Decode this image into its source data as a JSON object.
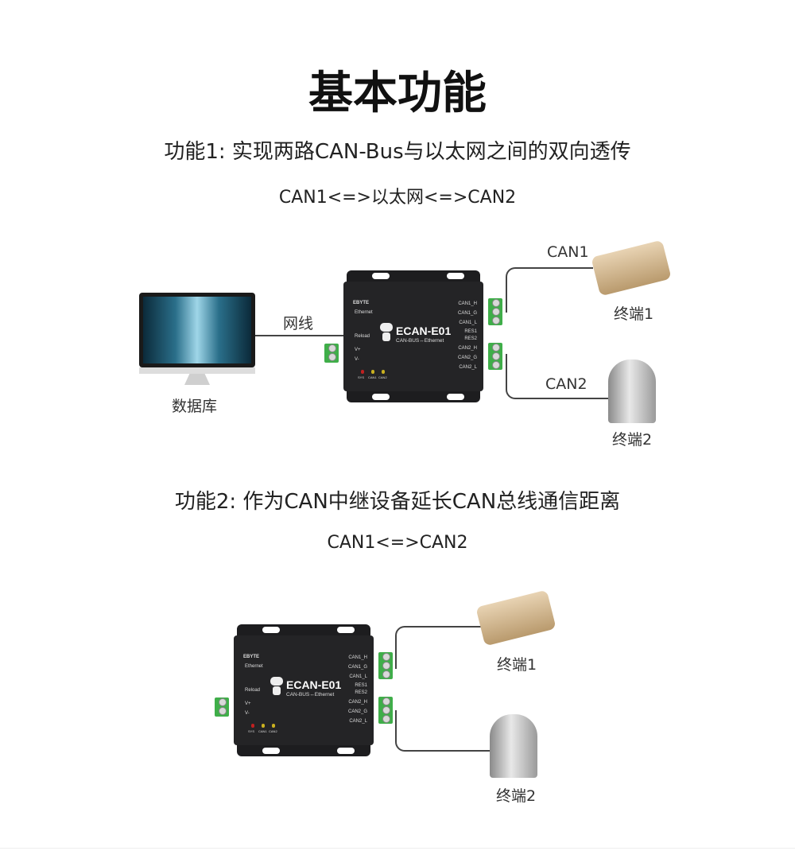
{
  "title": "基本功能",
  "feature1": {
    "heading": "功能1: 实现两路CAN-Bus与以太网之间的双向透传",
    "flow": "CAN1<=>以太网<=>CAN2",
    "database_label": "数据库",
    "cable_label": "网线",
    "can1_label": "CAN1",
    "can2_label": "CAN2",
    "terminal1_label": "终端1",
    "terminal2_label": "终端2"
  },
  "feature2": {
    "heading": "功能2: 作为CAN中继设备延长CAN总线通信距离",
    "flow": "CAN1<=>CAN2",
    "terminal1_label": "终端1",
    "terminal2_label": "终端2"
  },
  "device": {
    "brand": "EBYTE",
    "model": "ECAN-E01",
    "subtitle": "CAN-BUS↔Ethernet",
    "ports_left": [
      "Ethernet",
      "Reload",
      "V+",
      "V-"
    ],
    "ports_right": [
      "CAN1_H",
      "CAN1_G",
      "CAN1_L",
      "RES1",
      "RES2",
      "CAN2_H",
      "CAN2_G",
      "CAN2_L"
    ],
    "leds": [
      "SYS",
      "CAN1",
      "CAN2"
    ],
    "terminal_color": "#3fae49"
  }
}
